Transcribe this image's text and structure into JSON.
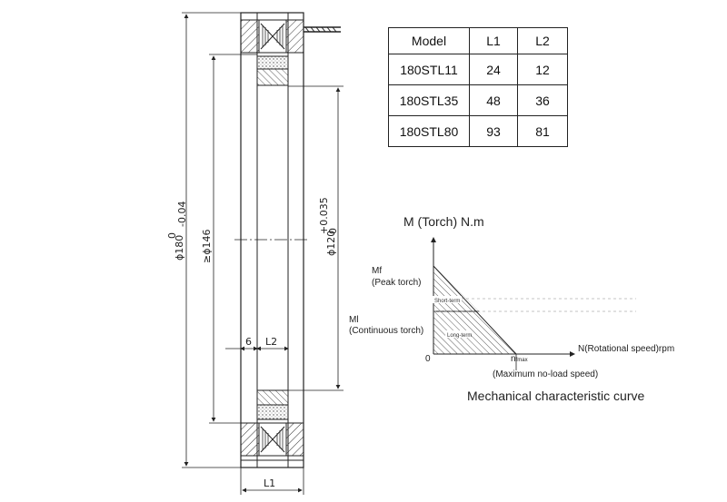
{
  "table": {
    "headers": [
      "Model",
      "L1",
      "L2"
    ],
    "rows": [
      [
        "180STL11",
        "24",
        "12"
      ],
      [
        "180STL35",
        "48",
        "36"
      ],
      [
        "180STL80",
        "93",
        "81"
      ]
    ]
  },
  "drawing": {
    "dim_outer": "ϕ180",
    "dim_outer_tol_upper": "0",
    "dim_outer_tol_lower": "-0.04",
    "dim_mid": "≥ϕ146",
    "dim_inner": "ϕ120",
    "dim_inner_tol_upper": "+0.035",
    "dim_inner_tol_lower": "0",
    "dim_6": "6",
    "dim_L2": "L2",
    "dim_L1": "L1"
  },
  "curve": {
    "y_title": "M (Torch) N.m",
    "mf": "Mf",
    "mf_desc": "(Peak torch)",
    "ml": "Ml",
    "ml_desc": "(Continuous torch)",
    "short_term": "Short-term",
    "long_term": "Long-term",
    "origin": "0",
    "n_max": "n",
    "n_max_sub": "fmax",
    "x_title": "N(Rotational speed)rpm",
    "x_note": "(Maximum no-load speed)",
    "caption": "Mechanical characteristic curve"
  }
}
